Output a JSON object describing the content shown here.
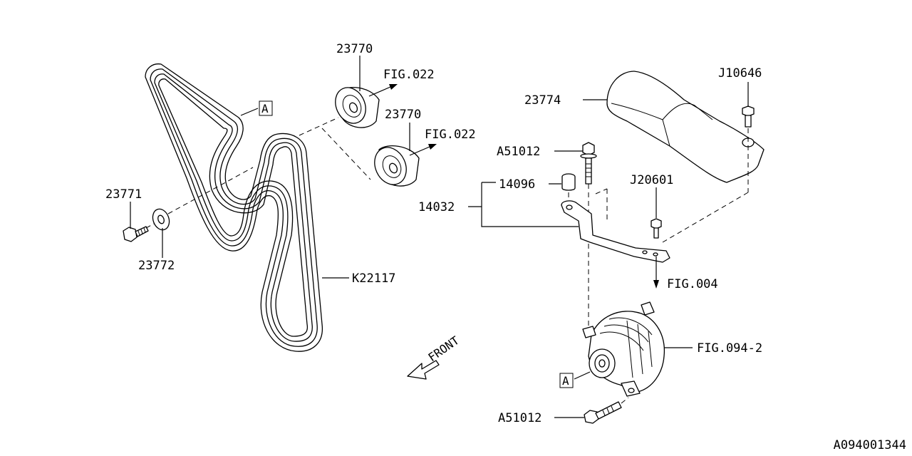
{
  "diagram": {
    "reference_code": "A094001344",
    "front_label": "FRONT",
    "ref_marker": "A",
    "parts": {
      "idler_upper": "23770",
      "idler_lower": "23770",
      "fig_upper": "FIG.022",
      "fig_lower": "FIG.022",
      "cover": "23774",
      "bolt_cover": "J10646",
      "bolt_bracket": "A51012",
      "bolt_bracket_small": "J20601",
      "spacer": "14096",
      "bracket": "14032",
      "fig_engine": "FIG.004",
      "alternator_fig": "FIG.094-2",
      "bolt_alternator": "A51012",
      "tensioner_bolt": "23771",
      "tensioner_washer": "23772",
      "belt": "K22117"
    }
  }
}
